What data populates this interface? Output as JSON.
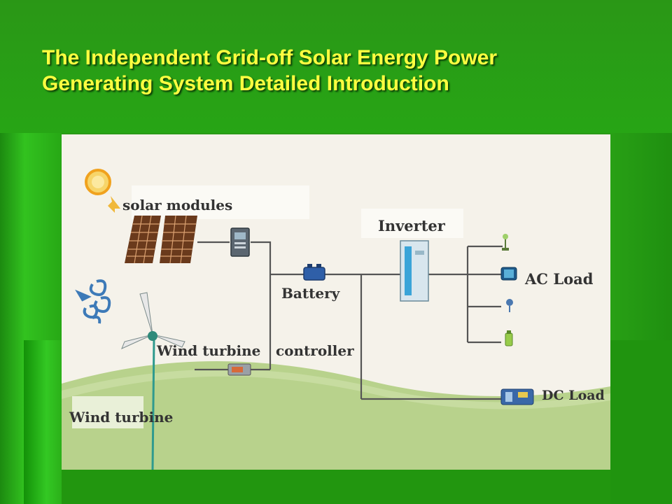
{
  "slide": {
    "title_line1": "The Independent  Grid-off Solar Energy Power",
    "title_line2": "Generating System Detailed Introduction"
  },
  "diagram": {
    "labels": {
      "solar_modules": "solar modules",
      "inverter": "Inverter",
      "battery": "Battery",
      "ac_load": "AC Load",
      "wind_turbine_controller_left": "Wind turbine",
      "wind_turbine_controller_right": "controller",
      "dc_load": "DC Load",
      "wind_turbine": "Wind turbine"
    },
    "icons": [
      "sun-icon",
      "solar-panel-icon",
      "solar-controller-icon",
      "wind-icon",
      "wind-turbine-icon",
      "wind-controller-icon",
      "battery-icon",
      "inverter-icon",
      "lamp-icon",
      "television-icon",
      "fan-icon",
      "bottle-icon",
      "dc-appliance-icon"
    ],
    "colors": {
      "background": "#f5f2ea",
      "ground": "#b8d28c",
      "wire": "#555555",
      "label": "#333333",
      "title": "#ffff40",
      "slide_green": "#2a9a17"
    }
  }
}
